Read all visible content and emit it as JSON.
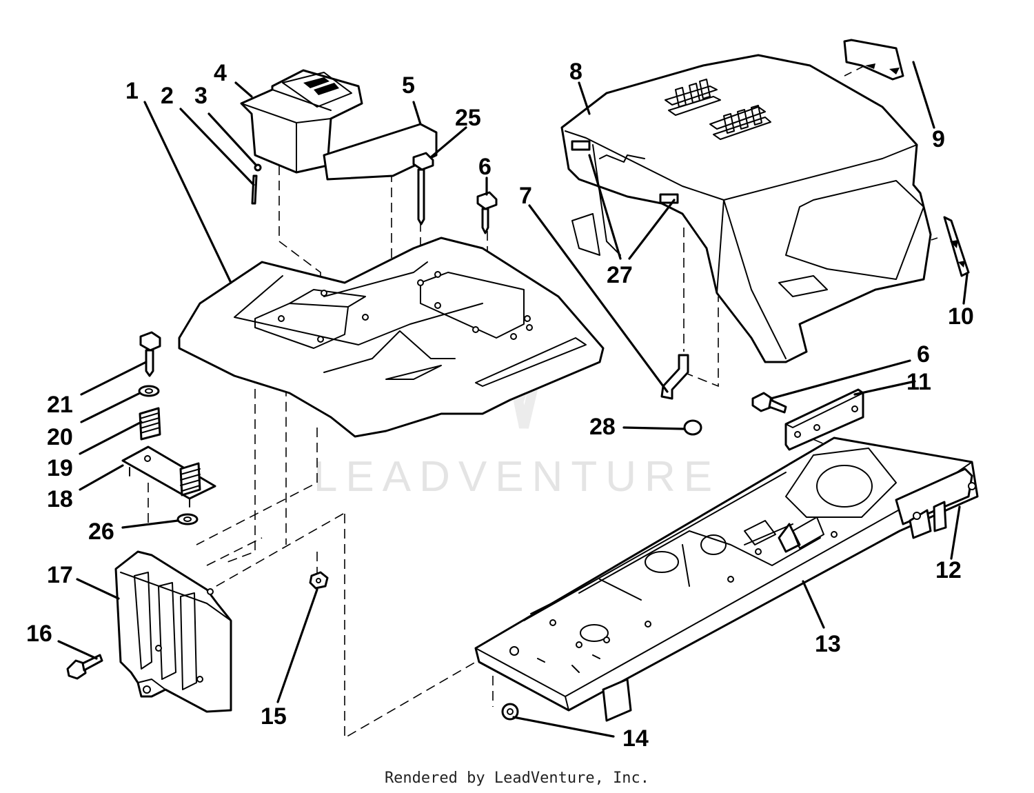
{
  "watermark": "LEADVENTURE",
  "footer": "Rendered by LeadVenture, Inc.",
  "callouts": [
    "1",
    "2",
    "3",
    "4",
    "5",
    "6",
    "7",
    "8",
    "9",
    "10",
    "11",
    "12",
    "13",
    "14",
    "15",
    "16",
    "17",
    "18",
    "19",
    "20",
    "21",
    "25",
    "6",
    "26",
    "27",
    "28"
  ],
  "colors": {
    "ink": "#000000",
    "watermark": "#e4e4e4",
    "background": "#ffffff"
  }
}
